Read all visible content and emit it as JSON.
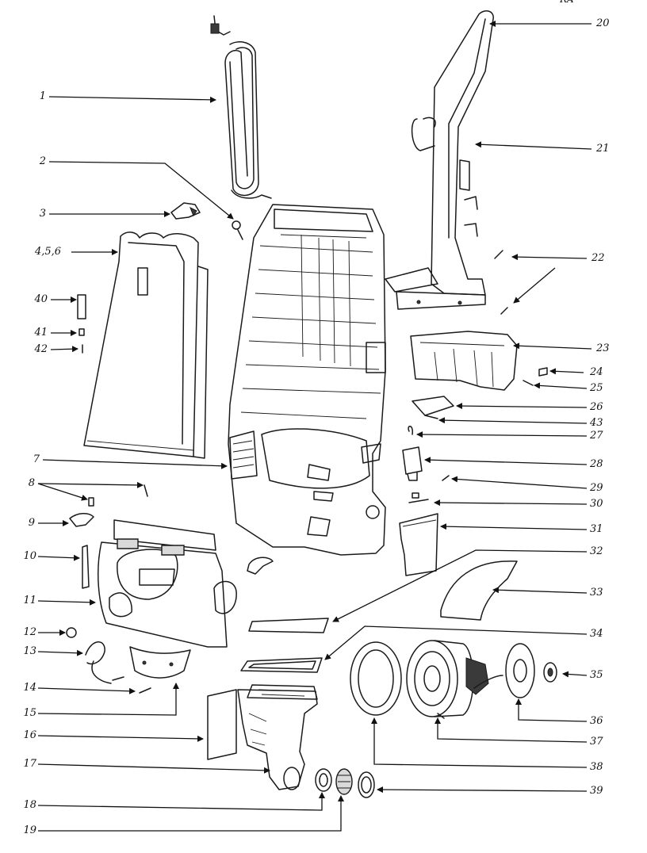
{
  "header_fragment": "RA",
  "callouts": {
    "c1": "1",
    "c2": "2",
    "c3": "3",
    "c456": "4,5,6",
    "c40": "40",
    "c41": "41",
    "c42": "42",
    "c7": "7",
    "c8": "8",
    "c9": "9",
    "c10": "10",
    "c11": "11",
    "c12": "12",
    "c13": "13",
    "c14": "14",
    "c15": "15",
    "c16": "16",
    "c17": "17",
    "c18": "18",
    "c19": "19",
    "c20": "20",
    "c21": "21",
    "c22": "22",
    "c23": "23",
    "c24": "24",
    "c25": "25",
    "c26": "26",
    "c43": "43",
    "c27": "27",
    "c28": "28",
    "c29": "29",
    "c30": "30",
    "c31": "31",
    "c32": "32",
    "c33": "33",
    "c34": "34",
    "c35": "35",
    "c36": "36",
    "c37": "37",
    "c38": "38",
    "c39": "39"
  }
}
